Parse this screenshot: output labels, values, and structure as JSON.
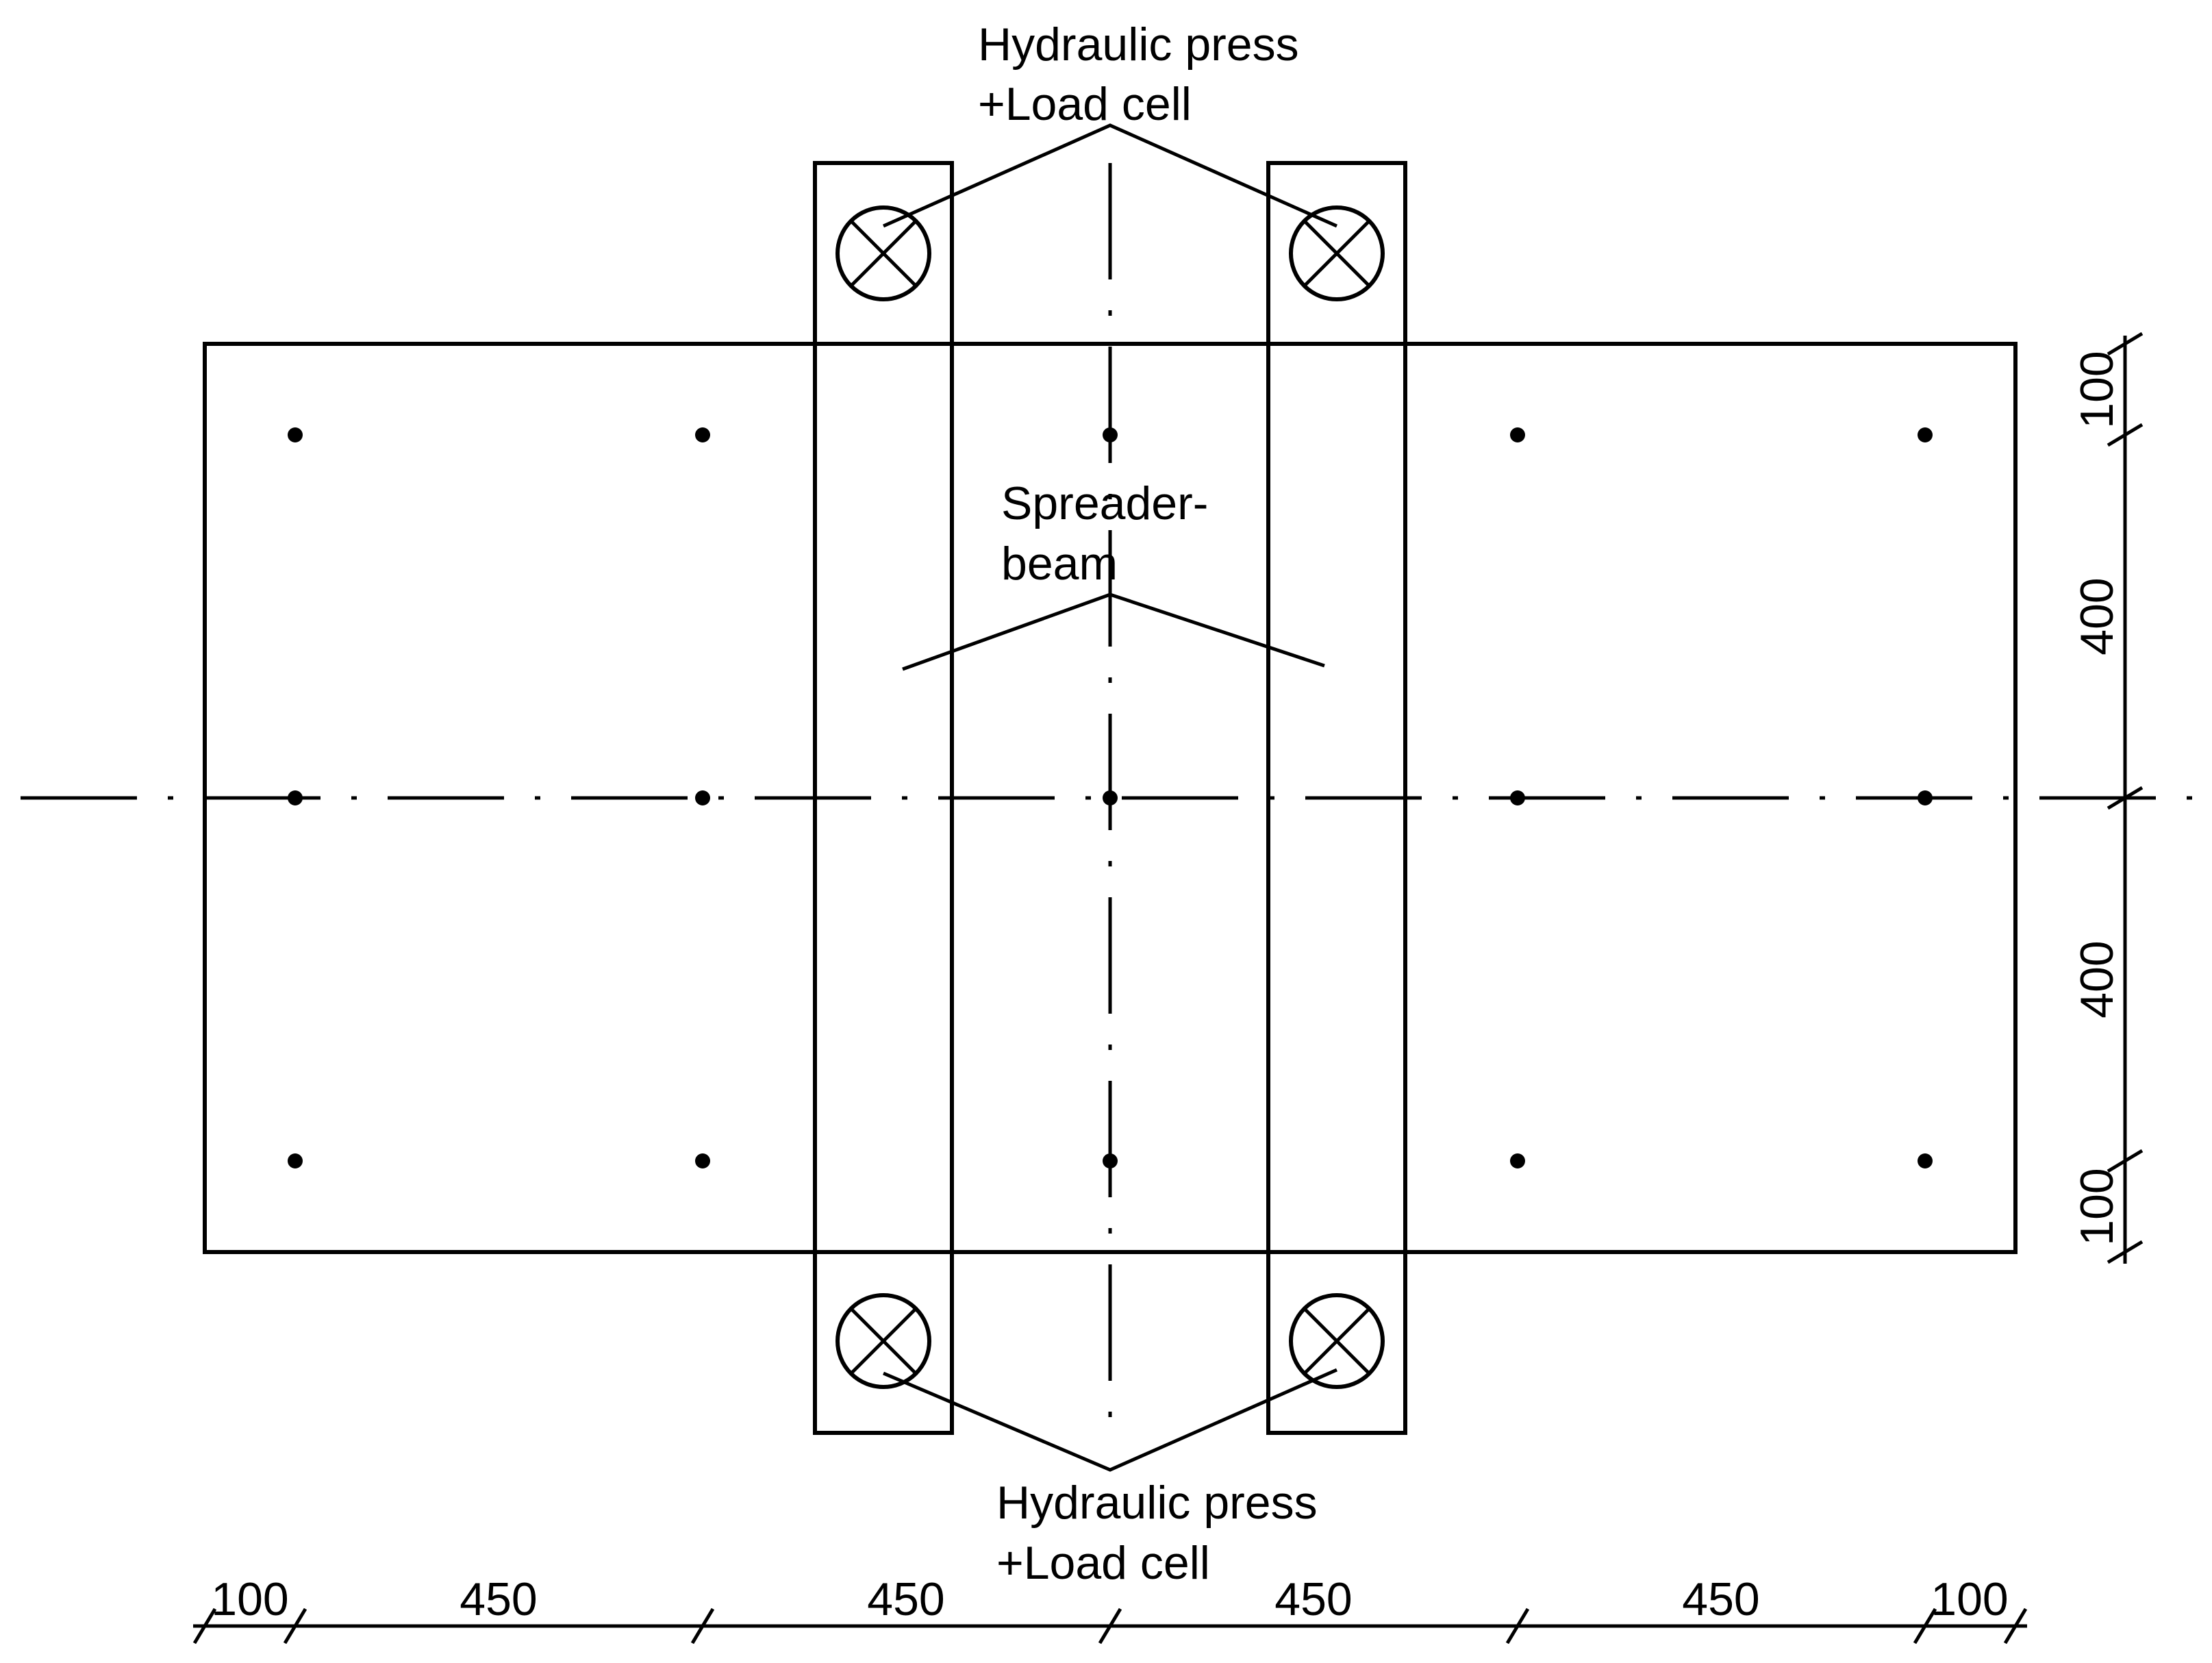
{
  "labels": {
    "top_press_line1": "Hydraulic press",
    "top_press_line2": "+Load cell",
    "spreader_line1": "Spreader-",
    "spreader_line2": "beam",
    "bottom_press_line1": "Hydraulic press",
    "bottom_press_line2": "+Load cell"
  },
  "dimensions": {
    "bottom": [
      "100",
      "450",
      "450",
      "450",
      "450",
      "100"
    ],
    "right": [
      "100",
      "400",
      "400",
      "100"
    ]
  },
  "icons": {
    "press": "circle-cross-icon",
    "point": "dot-icon"
  }
}
